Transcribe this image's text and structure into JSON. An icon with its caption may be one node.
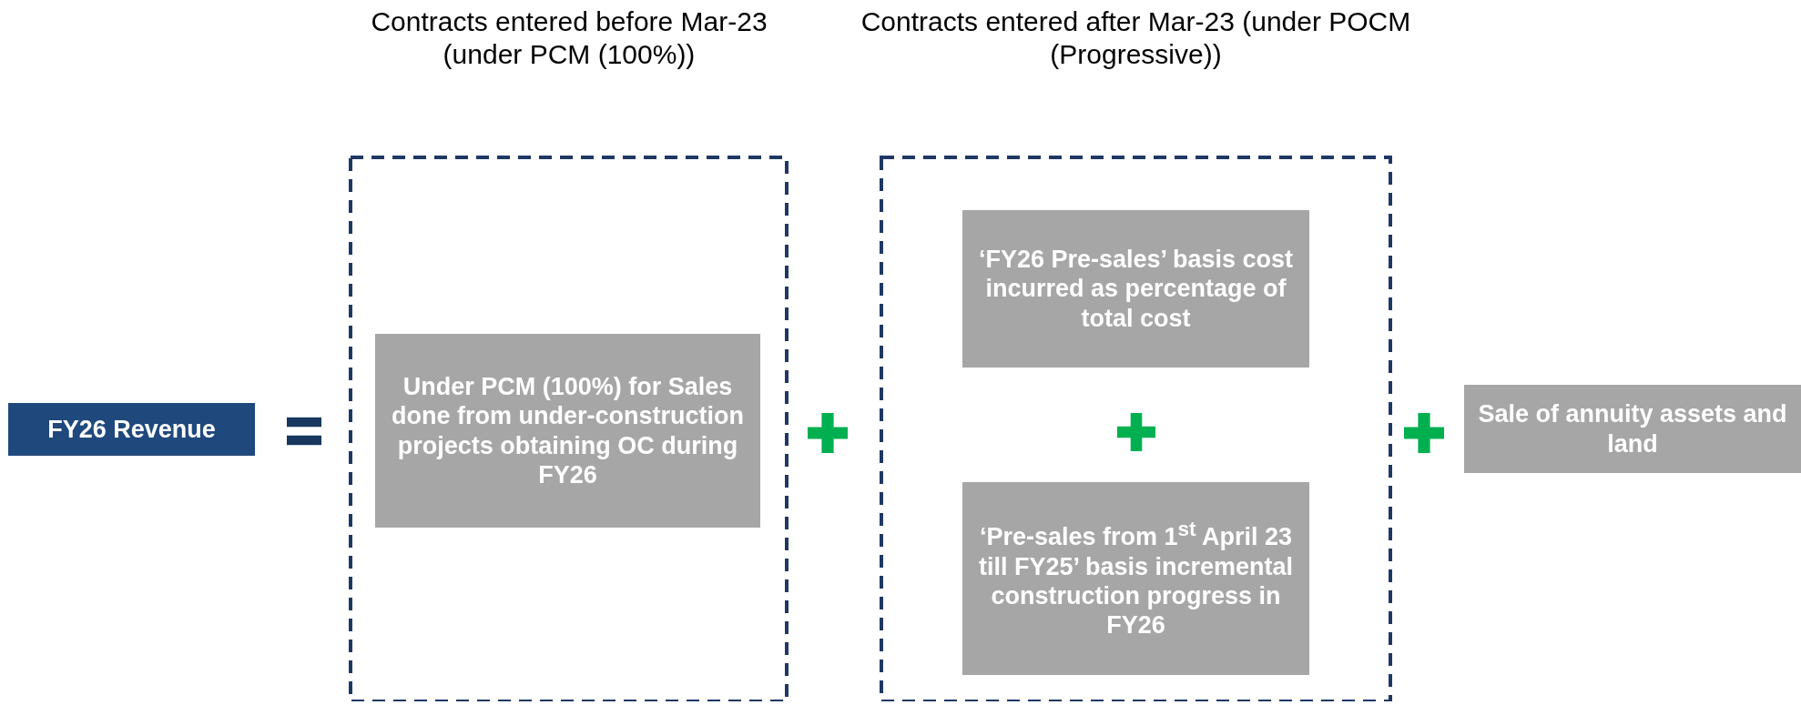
{
  "diagram": {
    "nodes": [
      {
        "text": [
          "FY26 Revenue"
        ]
      },
      {
        "text": [
          "Contracts entered before Mar-23 (under PCM (100%))"
        ]
      },
      {
        "text": [
          "Under PCM (100%) for Sales done from under-construction projects obtaining OC during FY26"
        ],
        "in": 1
      },
      {
        "text": [
          "Contracts entered after Mar-23 (under POCM (Progressive))"
        ]
      },
      {
        "text": [
          "‘FY26 Pre-sales’ basis cost incurred as percentage of total cost"
        ],
        "in": 3
      },
      {
        "text": [
          "‘Pre-sales from 1$^{st}$ April 23  till FY25’ basis incremental construction progress in FY26"
        ],
        "in": 3
      },
      {
        "text": [
          "Sale of annuity assets and land"
        ]
      }
    ],
    "edges": []
  }
}
